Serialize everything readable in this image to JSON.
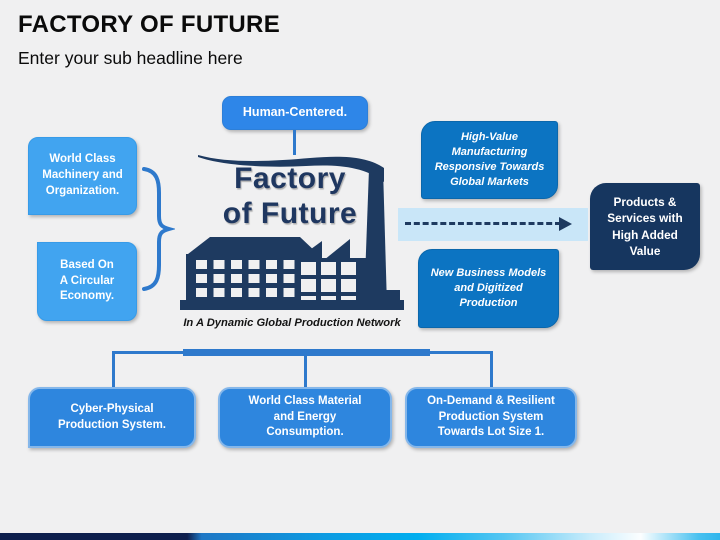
{
  "header": {
    "title": "FACTORY OF FUTURE",
    "subtitle": "Enter your sub headline here"
  },
  "diagram": {
    "top_box": {
      "label": "Human-Centered."
    },
    "left_boxes": [
      {
        "label": [
          "World Class",
          "Machinery and",
          "Organization."
        ]
      },
      {
        "label": [
          "Based On",
          "A Circular",
          "Economy."
        ]
      }
    ],
    "logo": {
      "line1": "Factory",
      "line2": "of Future",
      "caption": "In A Dynamic Global Production Network"
    },
    "right_boxes": [
      {
        "label": [
          "High-Value",
          "Manufacturing",
          "Responsive Towards",
          "Global Markets"
        ]
      },
      {
        "label": [
          "New Business Models",
          "and Digitized",
          "Production"
        ]
      }
    ],
    "outcome_box": {
      "label": [
        "Products &",
        "Services with",
        "High Added",
        "Value"
      ]
    },
    "bottom_boxes": [
      {
        "label": [
          "Cyber-Physical",
          "Production System."
        ]
      },
      {
        "label": [
          "World Class Material",
          "and Energy",
          "Consumption."
        ]
      },
      {
        "label": [
          "On-Demand & Resilient",
          "Production System",
          "Towards Lot Size 1."
        ]
      }
    ]
  },
  "colors": {
    "background": "#F0F0F1",
    "light_blue_box": "#41A4F0",
    "medium_blue_box": "#2E86E8",
    "azure_box": "#0C74C2",
    "navy": "#16365F",
    "factory_navy": "#1E3A60",
    "connector_blue": "#2E79CC",
    "arrow_band": "#C9E6F8",
    "bottom_bar_navy": "#0E1F4D",
    "bottom_bar_cyan": "#00AEEF"
  }
}
